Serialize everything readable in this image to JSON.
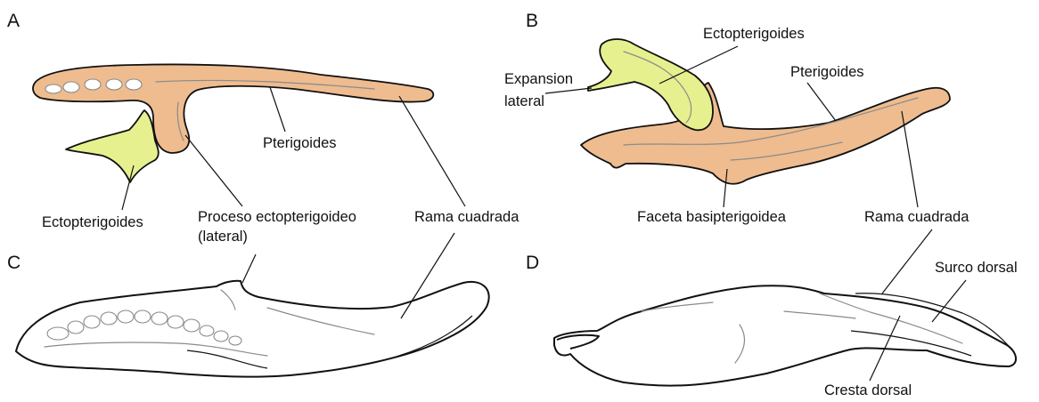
{
  "colors": {
    "pterygoid": "#eebc8f",
    "ectopterygoid": "#e7f08e",
    "outline": "#111111",
    "detail": "#8a8a8a"
  },
  "panels": {
    "a": {
      "letter": "A",
      "labels": {
        "pterigoides": "Pterigoides",
        "ectopterigoides": "Ectopterigoides",
        "proceso_line1": "Proceso ectopterigoideo",
        "proceso_line2": "(lateral)",
        "rama_cuadrada": "Rama cuadrada"
      }
    },
    "b": {
      "letter": "B",
      "labels": {
        "ectopterigoides": "Ectopterigoides",
        "expansion_line1": "Expansion",
        "expansion_line2": "lateral",
        "pterigoides": "Pterigoides",
        "faceta": "Faceta basipterigoidea",
        "rama_cuadrada": "Rama cuadrada"
      }
    },
    "c": {
      "letter": "C"
    },
    "d": {
      "letter": "D",
      "labels": {
        "surco_dorsal": "Surco dorsal",
        "cresta_dorsal": "Cresta dorsal"
      }
    }
  }
}
